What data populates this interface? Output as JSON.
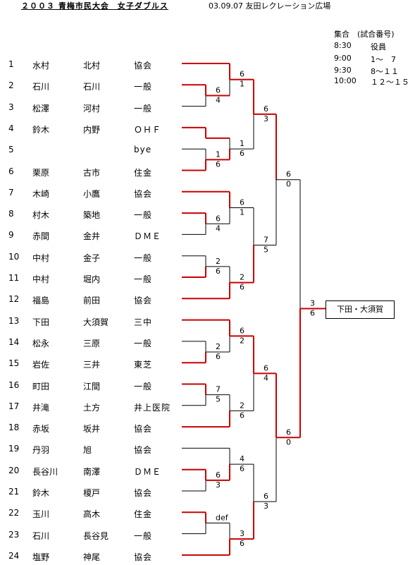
{
  "header": {
    "title": "２００３ 青梅市民大会　女子ダブルス",
    "date_venue": "03.09.07 友田レクレーション広場"
  },
  "schedule": {
    "heading": "集合　(試合番号)",
    "rows": [
      {
        "time": "8:30",
        "range": "役員"
      },
      {
        "time": "9:00",
        "range": "1～　7"
      },
      {
        "time": "9:30",
        "range": "8～１１"
      },
      {
        "time": "10:00",
        "range": "１２～１５"
      }
    ]
  },
  "entries": [
    {
      "num": "1",
      "player1": "水村",
      "player2": "北村",
      "club": "協会"
    },
    {
      "num": "2",
      "player1": "石川",
      "player2": "石川",
      "club": "一般"
    },
    {
      "num": "3",
      "player1": "松澤",
      "player2": "河村",
      "club": "一般"
    },
    {
      "num": "4",
      "player1": "鈴木",
      "player2": "内野",
      "club": "ＯＨＦ"
    },
    {
      "num": "5",
      "player1": "",
      "player2": "",
      "club": "bye"
    },
    {
      "num": "6",
      "player1": "栗原",
      "player2": "古市",
      "club": "住金"
    },
    {
      "num": "7",
      "player1": "木崎",
      "player2": "小鷹",
      "club": "協会"
    },
    {
      "num": "8",
      "player1": "村木",
      "player2": "築地",
      "club": "一般"
    },
    {
      "num": "9",
      "player1": "赤間",
      "player2": "金井",
      "club": "ＤＭＥ"
    },
    {
      "num": "10",
      "player1": "中村",
      "player2": "金子",
      "club": "一般"
    },
    {
      "num": "11",
      "player1": "中村",
      "player2": "堀内",
      "club": "一般"
    },
    {
      "num": "12",
      "player1": "福島",
      "player2": "前田",
      "club": "協会"
    },
    {
      "num": "13",
      "player1": "下田",
      "player2": "大須賀",
      "club": "三中"
    },
    {
      "num": "14",
      "player1": "松永",
      "player2": "三原",
      "club": "一般"
    },
    {
      "num": "15",
      "player1": "岩佐",
      "player2": "三井",
      "club": "東芝"
    },
    {
      "num": "16",
      "player1": "町田",
      "player2": "江間",
      "club": "一般"
    },
    {
      "num": "17",
      "player1": "井滝",
      "player2": "土方",
      "club": "井上医院"
    },
    {
      "num": "18",
      "player1": "赤坂",
      "player2": "坂井",
      "club": "協会"
    },
    {
      "num": "19",
      "player1": "丹羽",
      "player2": "旭",
      "club": "協会"
    },
    {
      "num": "20",
      "player1": "長谷川",
      "player2": "南澤",
      "club": "ＤＭＥ"
    },
    {
      "num": "21",
      "player1": "鈴木",
      "player2": "榎戸",
      "club": "協会"
    },
    {
      "num": "22",
      "player1": "玉川",
      "player2": "高木",
      "club": "住金"
    },
    {
      "num": "23",
      "player1": "石川",
      "player2": "長谷見",
      "club": "一般"
    },
    {
      "num": "24",
      "player1": "塩野",
      "player2": "神尾",
      "club": "協会"
    }
  ],
  "scores": {
    "r1_2v3": [
      "6",
      "4"
    ],
    "r1_5v6": [
      "1",
      "6"
    ],
    "r1_8v9": [
      "6",
      "4"
    ],
    "r1_10v11": [
      "2",
      "6"
    ],
    "r1_14v15": [
      "2",
      "6"
    ],
    "r1_16v17": [
      "7",
      "5"
    ],
    "r1_20v21": [
      "6",
      "3"
    ],
    "r1_22v23": [
      "def",
      ""
    ],
    "r2_1v23": [
      "6",
      "1"
    ],
    "r2_7v89": [
      "6",
      "1"
    ],
    "r2_1011v12": [
      "2",
      "6"
    ],
    "r2_13v1415": [
      "6",
      "2"
    ],
    "r2_1617v18": [
      "2",
      "6"
    ],
    "r2_19v2021": [
      "4",
      "6"
    ],
    "r2_2223v24": [
      "3",
      "6"
    ],
    "r3_top": [
      "6",
      "3"
    ],
    "r3_2": [
      "7",
      "5"
    ],
    "r3_3": [
      "6",
      "4"
    ],
    "r3_4": [
      "6",
      "3"
    ],
    "sf_top": [
      "6",
      "0"
    ],
    "sf_bottom": [
      "6",
      "0"
    ],
    "final": [
      "3",
      "6"
    ]
  },
  "winner": "下田・大須賀",
  "colors": {
    "winner_line": "#cc0000",
    "loser_line": "#000000"
  }
}
